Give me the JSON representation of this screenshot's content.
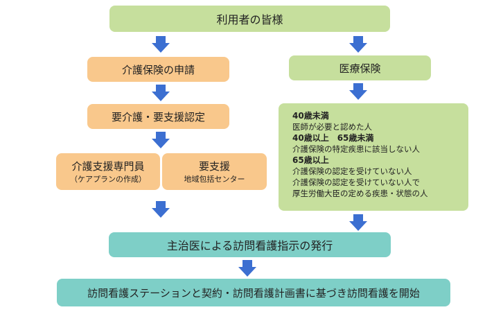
{
  "top": {
    "label": "利用者の皆様"
  },
  "left": {
    "application": "介護保険の申請",
    "certification": "要介護・要支援認定",
    "care_manager": {
      "title": "介護支援専門員",
      "sub": "（ケアプランの作成）"
    },
    "support": {
      "title": "要支援",
      "sub": "地域包括センター"
    }
  },
  "right": {
    "medical_insurance": "医療保険",
    "conditions": [
      {
        "heading": "40歳未満",
        "lines": [
          "医師が必要と認めた人"
        ]
      },
      {
        "heading": "40歳以上　65歳未満",
        "lines": [
          "介護保険の特定疾患に該当しない人"
        ]
      },
      {
        "heading": "65歳以上",
        "lines": [
          "介護保険の認定を受けていない人",
          "介護保険の認定を受けていない人で",
          "厚生労働大臣の定める疾患・状態の人"
        ]
      }
    ]
  },
  "instruction": "主治医による訪問看護指示の発行",
  "final": "訪問看護ステーションと契約・訪問看護計画書に基づき訪問看護を開始",
  "colors": {
    "green": "#c6df9d",
    "orange": "#f9c88c",
    "teal": "#7ecfc7",
    "arrow": "#3c6fd1"
  }
}
